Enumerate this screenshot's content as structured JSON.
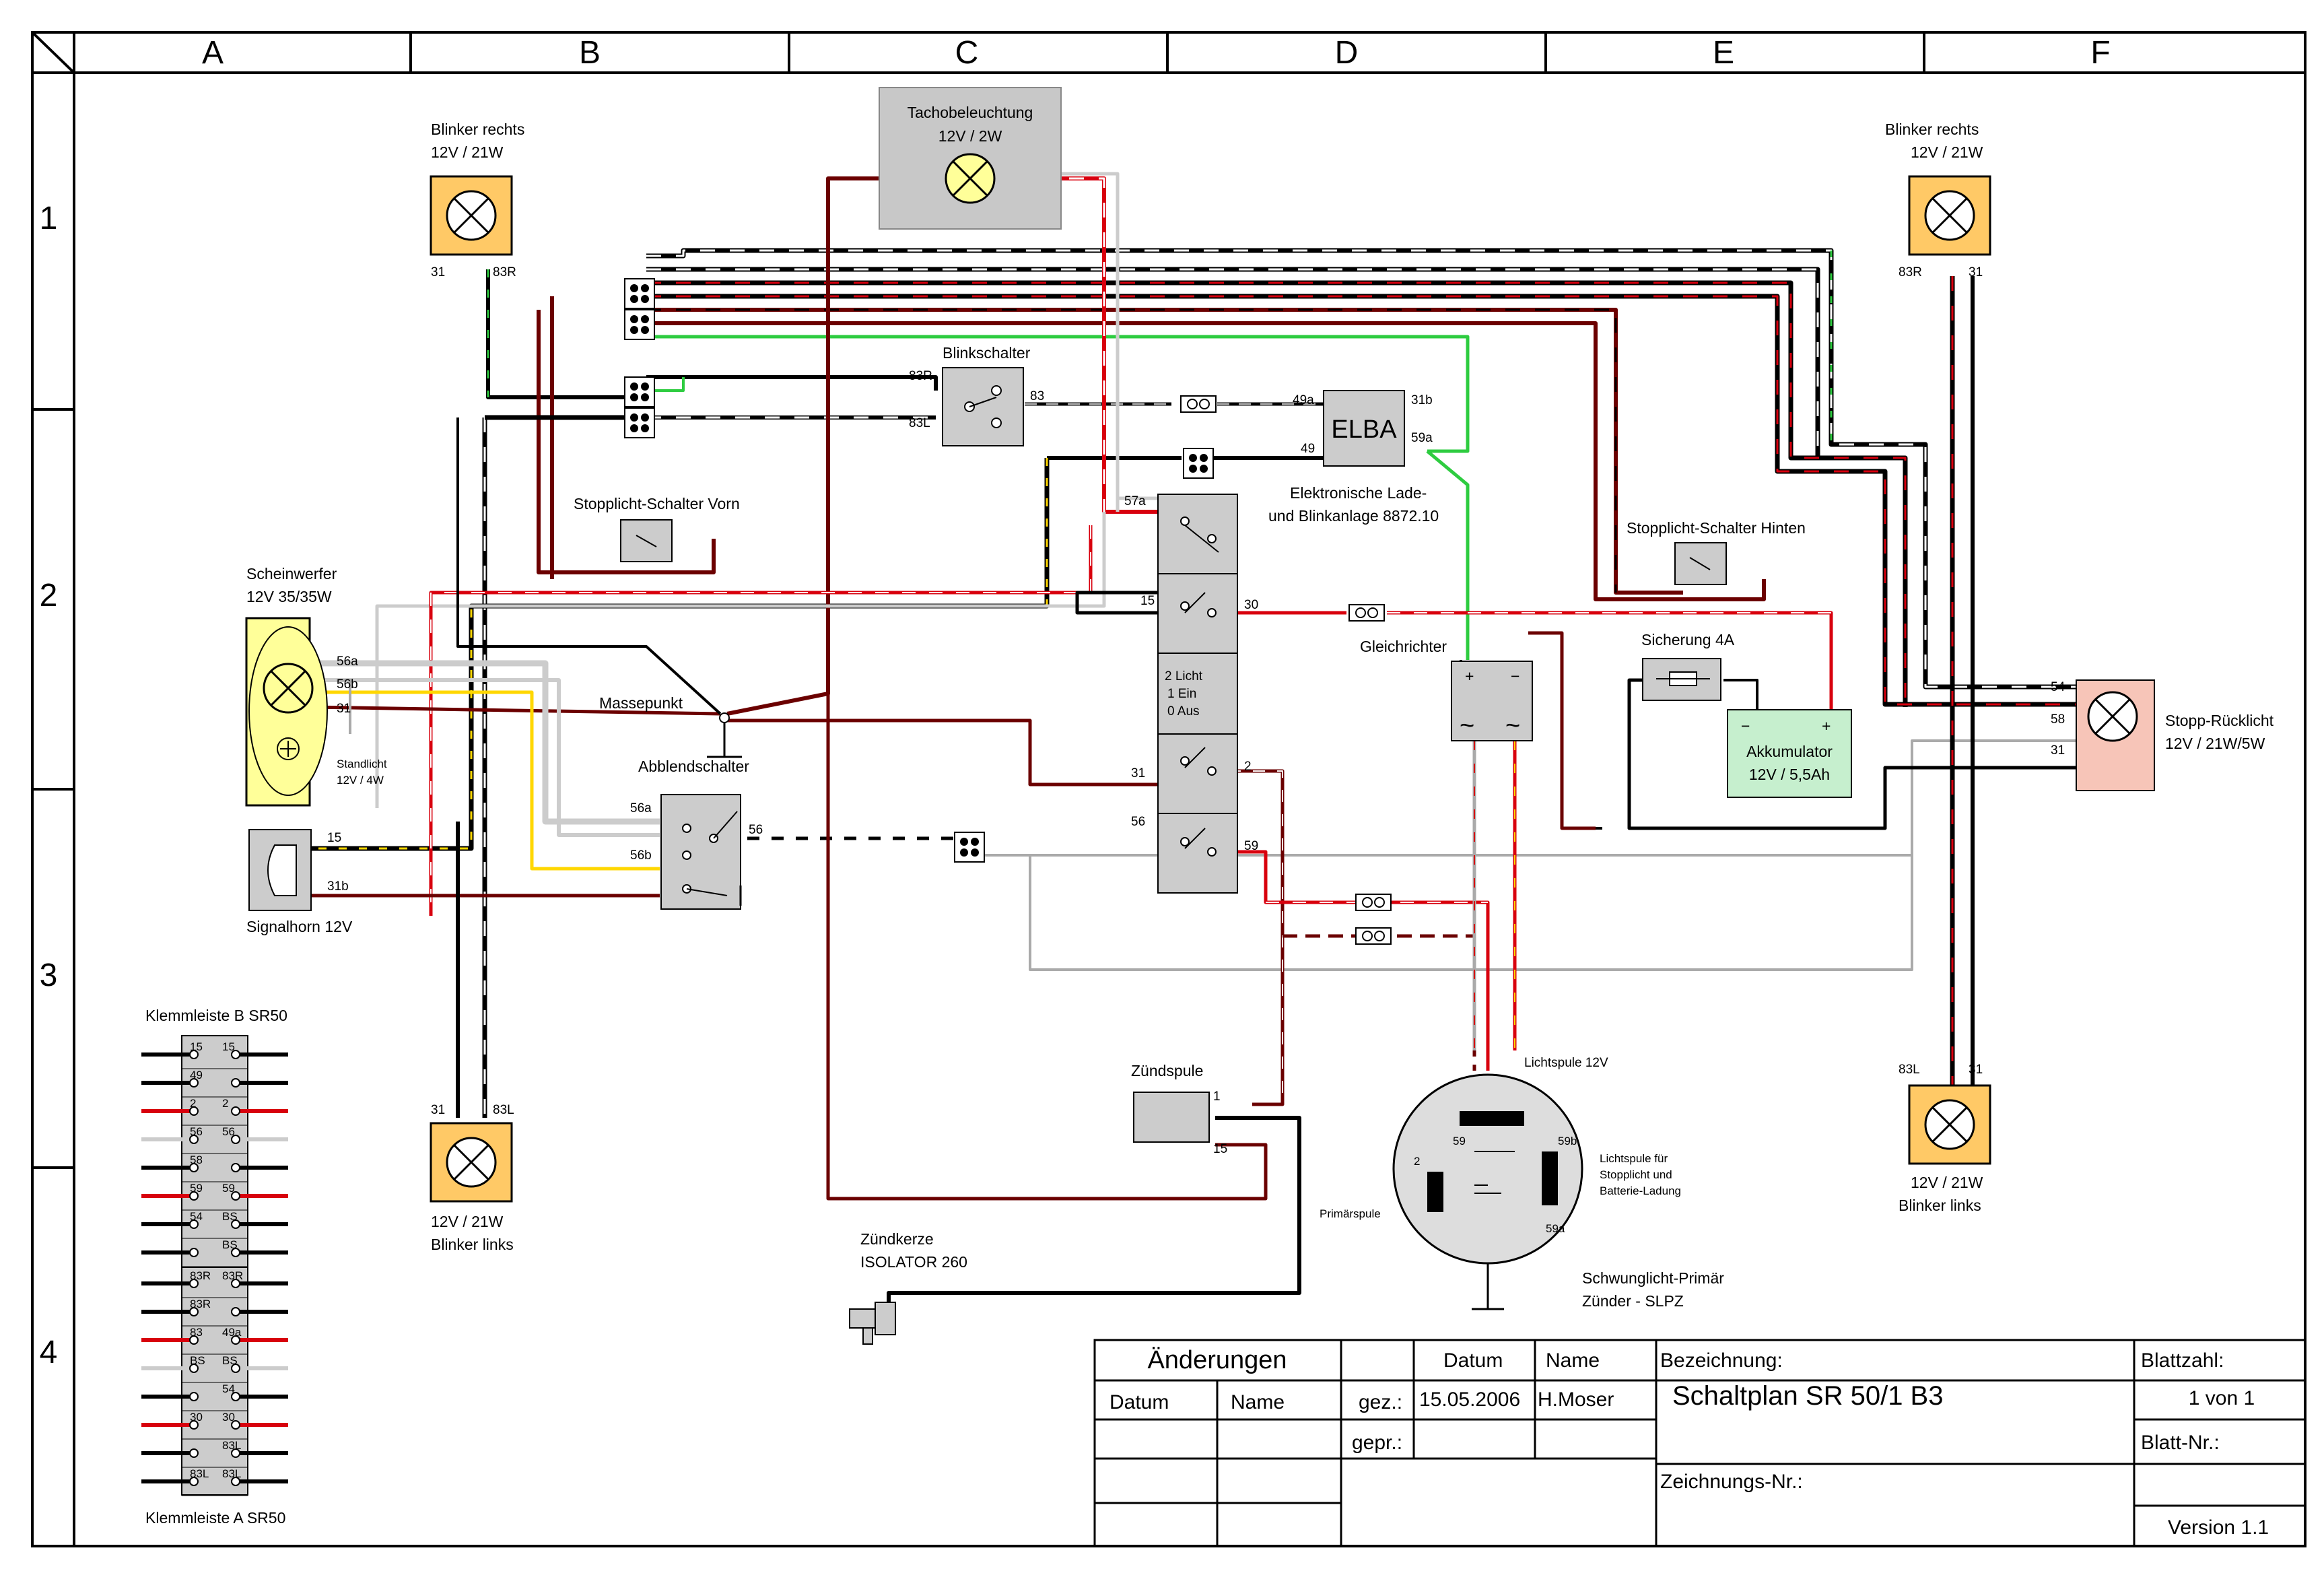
{
  "frame": {
    "columns": [
      "A",
      "B",
      "C",
      "D",
      "E",
      "F"
    ],
    "rows": [
      "1",
      "2",
      "3",
      "4"
    ]
  },
  "components": {
    "blinker_rechts_left": {
      "name": "Blinker rechts",
      "rating": "12V / 21W",
      "pin_left": "31",
      "pin_right": "83R"
    },
    "blinker_rechts_right": {
      "name": "Blinker rechts",
      "rating": "12V / 21W",
      "pin_left": "83R",
      "pin_right": "31"
    },
    "blinker_links_left": {
      "name": "Blinker links",
      "rating": "12V / 21W",
      "pin_left": "31",
      "pin_right": "83L"
    },
    "blinker_links_right": {
      "name": "Blinker links",
      "rating": "12V / 21W",
      "pin_left": "83L",
      "pin_right": "31"
    },
    "tacho": {
      "name": "Tachobeleuchtung",
      "rating": "12V / 2W"
    },
    "blinkschalter": {
      "name": "Blinkschalter",
      "pin_83r": "83R",
      "pin_83l": "83L",
      "pin_83": "83"
    },
    "elba": {
      "name": "ELBA",
      "pin_49a": "49a",
      "pin_49": "49",
      "pin_31b": "31b",
      "pin_59a": "59a",
      "desc_line1": "Elektronische Lade-",
      "desc_line2": "und Blinkanlage 8872.10"
    },
    "stopp_vorn": {
      "name": "Stopplicht-Schalter  Vorn"
    },
    "stopp_hinten": {
      "name": "Stopplicht-Schalter  Hinten"
    },
    "scheinwerfer": {
      "name": "Scheinwerfer",
      "rating": "12V 35/35W",
      "pin_56a": "56a",
      "pin_56b": "56b",
      "pin_31": "31",
      "standlicht_line1": "Standlicht",
      "standlicht_line2": "12V / 4W"
    },
    "massepunkt": {
      "name": "Massepunkt"
    },
    "abblendschalter": {
      "name": "Abblendschalter",
      "pin_56a": "56a",
      "pin_56b": "56b",
      "pin_56": "56"
    },
    "signalhorn": {
      "name": "Signalhorn 12V",
      "pin_15": "15",
      "pin_31b": "31b"
    },
    "zuendschalter": {
      "pin_57a": "57a",
      "pin_15": "15",
      "pin_30": "30",
      "pin_31": "31",
      "pin_2": "2",
      "pin_56": "56",
      "pin_59": "59",
      "legend_line1": "2 Licht",
      "legend_line2": "1 Ein",
      "legend_line3": "0 Aus"
    },
    "gleichrichter": {
      "name": "Gleichrichter",
      "plus": "+",
      "minus": "−",
      "ac": "~"
    },
    "sicherung": {
      "name": "Sicherung 4A"
    },
    "akku": {
      "name": "Akkumulator",
      "rating": "12V / 5,5Ah",
      "minus": "−",
      "plus": "+"
    },
    "stopp_ruecklicht": {
      "name": "Stopp-Rücklicht",
      "rating": "12V / 21W/5W",
      "pin_54": "54",
      "pin_58": "58",
      "pin_31": "31"
    },
    "zuendspule": {
      "name": "Zündspule",
      "pin_1": "1",
      "pin_15": "15"
    },
    "zuendkerze": {
      "name": "Zündkerze",
      "model": "ISOLATOR 260"
    },
    "slpz": {
      "lichtspule": "Lichtspule 12V",
      "lichtspule_stopp_line1": "Lichtspule für",
      "lichtspule_stopp_line2": "Stopplicht und",
      "lichtspule_stopp_line3": "Batterie-Ladung",
      "primaerspule": "Primärspule",
      "name_line1": "Schwunglicht-Primär",
      "name_line2": "Zünder - SLPZ",
      "pin_59": "59",
      "pin_2": "2",
      "pin_59b": "59b",
      "pin_59a": "59a"
    }
  },
  "klemmleiste_b": {
    "title": "Klemmleiste B SR50",
    "rows": [
      [
        "15",
        "15"
      ],
      [
        "49",
        ""
      ],
      [
        "2",
        "2"
      ],
      [
        "56",
        "56"
      ],
      [
        "58",
        ""
      ],
      [
        "59",
        "59"
      ],
      [
        "54",
        "BS"
      ],
      [
        "",
        "BS"
      ]
    ]
  },
  "klemmleiste_a": {
    "title": "Klemmleiste A SR50",
    "rows": [
      [
        "83R",
        "83R"
      ],
      [
        "83R",
        ""
      ],
      [
        "83",
        "49a"
      ],
      [
        "BS",
        "BS"
      ],
      [
        "",
        "54"
      ],
      [
        "30",
        "30"
      ],
      [
        "",
        "83L"
      ],
      [
        "83L",
        "83L"
      ]
    ]
  },
  "title_block": {
    "aenderungen": "Änderungen",
    "datum_hdr": "Datum",
    "name_hdr": "Name",
    "col_datum": "Datum",
    "col_name": "Name",
    "gez": "gez.:",
    "gez_date": "15.05.2006",
    "gez_name": "H.Moser",
    "gepr": "gepr.:",
    "bezeichnung_label": "Bezeichnung:",
    "bezeichnung": "Schaltplan SR 50/1 B3",
    "zeichnungs_nr": "Zeichnungs-Nr.:",
    "blattzahl_label": "Blattzahl:",
    "blattzahl": "1 von 1",
    "blatt_nr_label": "Blatt-Nr.:",
    "version": "Version 1.1"
  }
}
